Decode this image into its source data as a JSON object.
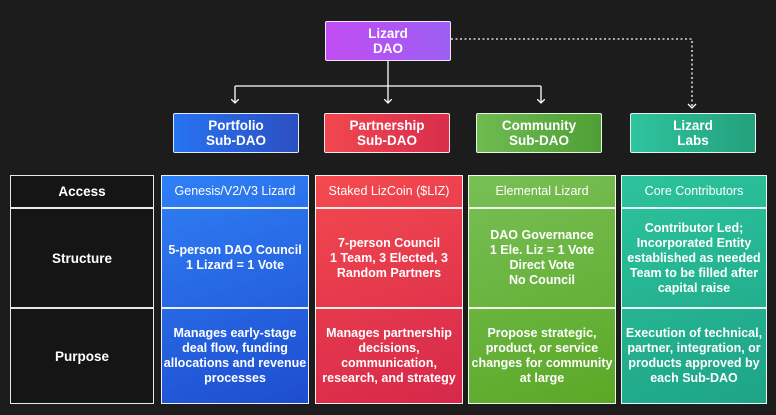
{
  "root": {
    "line1": "Lizard",
    "line2": "DAO"
  },
  "subdaos": [
    {
      "line1": "Portfolio",
      "line2": "Sub-DAO"
    },
    {
      "line1": "Partnership",
      "line2": "Sub-DAO"
    },
    {
      "line1": "Community",
      "line2": "Sub-DAO"
    },
    {
      "line1": "Lizard",
      "line2": "Labs"
    }
  ],
  "row_labels": [
    "Access",
    "Structure",
    "Purpose"
  ],
  "columns": [
    {
      "access": "Genesis/V2/V3 Lizard",
      "structure": [
        "5-person DAO Council",
        "1 Lizard = 1 Vote"
      ],
      "purpose": [
        "Manages early-stage",
        "deal flow, funding",
        "allocations and revenue",
        "processes"
      ]
    },
    {
      "access": "Staked LizCoin ($LIZ)",
      "structure": [
        "7-person Council",
        "1 Team, 3 Elected, 3",
        "Random Partners"
      ],
      "purpose": [
        "Manages partnership",
        "decisions,",
        "communication,",
        "research, and strategy"
      ]
    },
    {
      "access": "Elemental Lizard",
      "structure": [
        "DAO Governance",
        "1 Ele. Liz = 1 Vote",
        "Direct Vote",
        "No Council"
      ],
      "purpose": [
        "Propose strategic,",
        "product, or service",
        "changes for community",
        "at large"
      ]
    },
    {
      "access": "Core Contributors",
      "structure": [
        "Contributor Led;",
        "Incorporated Entity",
        "established as needed",
        "Team to be filled after",
        "capital raise"
      ],
      "purpose": [
        "Execution of technical,",
        "partner, integration, or",
        "products approved by",
        "each Sub-DAO"
      ]
    }
  ]
}
